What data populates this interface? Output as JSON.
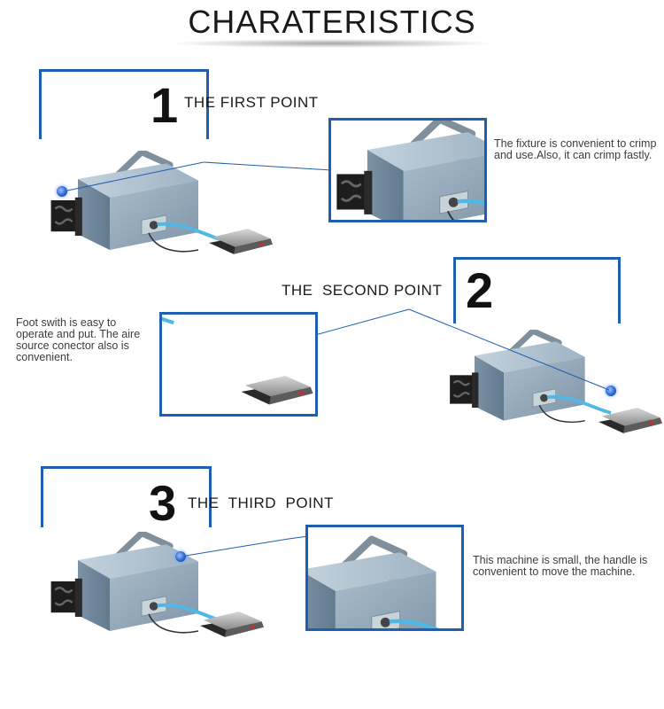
{
  "header": {
    "title": "CHARATERISTICS"
  },
  "points": [
    {
      "number": "1",
      "label": "THE FIRST POINT",
      "description": "The fixture is convenient to crimp and use.Also, it can crimp fastly."
    },
    {
      "number": "2",
      "label": "THE  SECOND POINT",
      "description": "Foot swith is easy to operate and put. The aire source conector also is convenient."
    },
    {
      "number": "3",
      "label": "THE  THIRD  POINT",
      "description": "This machine is small, the handle is convenient to  move the machine."
    }
  ],
  "icons": {
    "machine": "pneumatic-crimping-machine-icon",
    "pedal": "foot-pedal-icon",
    "dot": "callout-dot-icon"
  },
  "colors": {
    "accent": "#1f5fae",
    "machine": "#8fa6b8",
    "hose": "#4fb8e6"
  }
}
